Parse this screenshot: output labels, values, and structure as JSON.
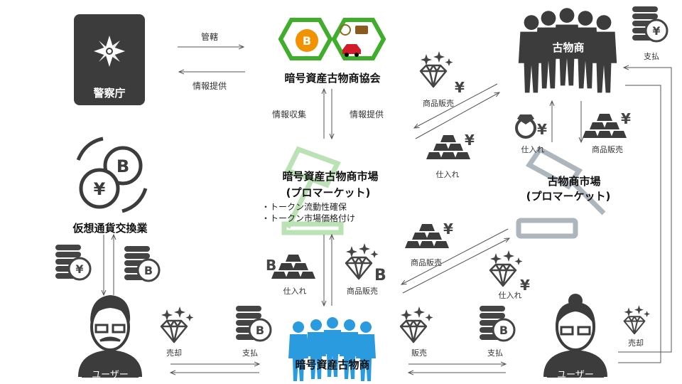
{
  "nodes": {
    "police": "警察庁",
    "association": "暗号資産古物商協会",
    "crypto_market_title": "暗号資産古物商市場",
    "crypto_market_sub": "(プロマーケット)",
    "crypto_market_bullets": [
      "・トークン流動性確保",
      "・トークン市場価格付け"
    ],
    "exchange": "仮想通貨交換業",
    "crypto_dealer": "暗号資産古物商",
    "dealer": "古物商",
    "dealer_market_title": "古物商市場",
    "dealer_market_sub": "(プロマーケット)",
    "user_left": "ユーザー",
    "user_right": "ユーザー"
  },
  "edges": {
    "jurisdiction": "管轄",
    "info_provide_police": "情報提供",
    "info_collect": "情報収集",
    "info_provide_market": "情報提供",
    "sell_left_user": "売却",
    "pay_left": "支払",
    "sale_right": "販売",
    "pay_right": "支払",
    "sell_right_user": "売却",
    "pay_dealer": "支払",
    "market_buy": "仕入れ",
    "market_sell": "商品販売",
    "dealer_sell_top": "商品販売",
    "dealer_buy_top": "仕入れ",
    "dealer_buy_ring": "仕入れ",
    "dealer_sell_gold": "商品販売",
    "cross_sell": "商品販売",
    "cross_buy": "仕入れ"
  },
  "colors": {
    "green": "#3fae2a",
    "orange": "#f39200",
    "blue": "#2b9be0",
    "dark": "#3c3c3c",
    "gray": "#9aa5ad"
  }
}
